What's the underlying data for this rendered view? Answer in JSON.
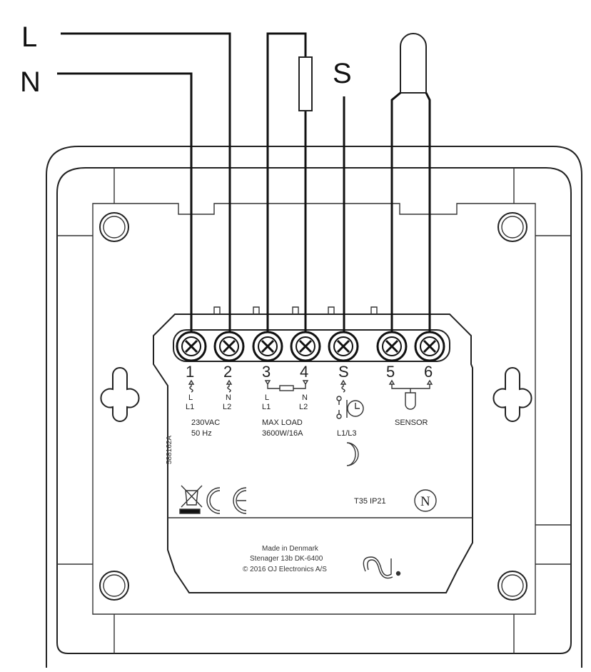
{
  "wires": {
    "L": "L",
    "N": "N",
    "S": "S"
  },
  "terminals": [
    {
      "num": "1",
      "sub1": "L",
      "sub2": "L1"
    },
    {
      "num": "2",
      "sub1": "N",
      "sub2": "L2"
    },
    {
      "num": "3",
      "sub1": "L",
      "sub2": "L1"
    },
    {
      "num": "4",
      "sub1": "N",
      "sub2": "L2"
    },
    {
      "num": "S",
      "sub1": "",
      "sub2": ""
    },
    {
      "num": "5",
      "sub1": "",
      "sub2": ""
    },
    {
      "num": "6",
      "sub1": "",
      "sub2": ""
    }
  ],
  "labels": {
    "supply_voltage": "230VAC",
    "supply_freq": "50 Hz",
    "max_load": "MAX LOAD",
    "max_load_value": "3600W/16A",
    "s_label": "L1/L3",
    "sensor": "SENSOR",
    "part_number": "588162A",
    "rating": "T35  IP21",
    "n_mark": "N",
    "made_in": "Made in Denmark",
    "address": "Stenager 13b DK-6400",
    "copyright": "© 2016 OJ Electronics  A/S",
    "logo": "OJ"
  }
}
